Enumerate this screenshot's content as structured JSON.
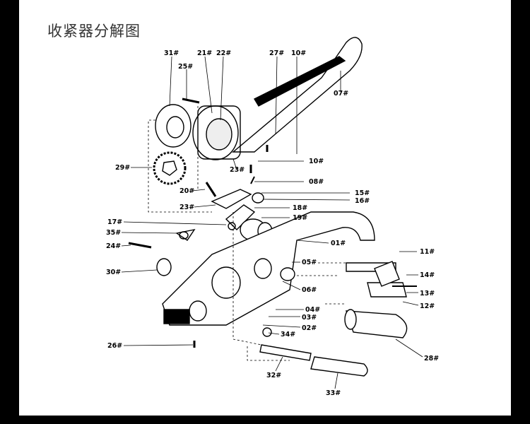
{
  "title": "收紧器分解图",
  "labels": [
    "31#",
    "21#",
    "22#",
    "25#",
    "27#",
    "10#",
    "07#",
    "29#",
    "23#",
    "10#",
    "20#",
    "08#",
    "15#",
    "16#",
    "23#",
    "18#",
    "19#",
    "17#",
    "35#",
    "01#",
    "24#",
    "11#",
    "05#",
    "30#",
    "14#",
    "13#",
    "06#",
    "12#",
    "04#",
    "03#",
    "02#",
    "34#",
    "26#",
    "28#",
    "32#",
    "33#"
  ],
  "colors": {
    "frame": "#000000",
    "canvas": "#ffffff",
    "ink": "#000000"
  }
}
